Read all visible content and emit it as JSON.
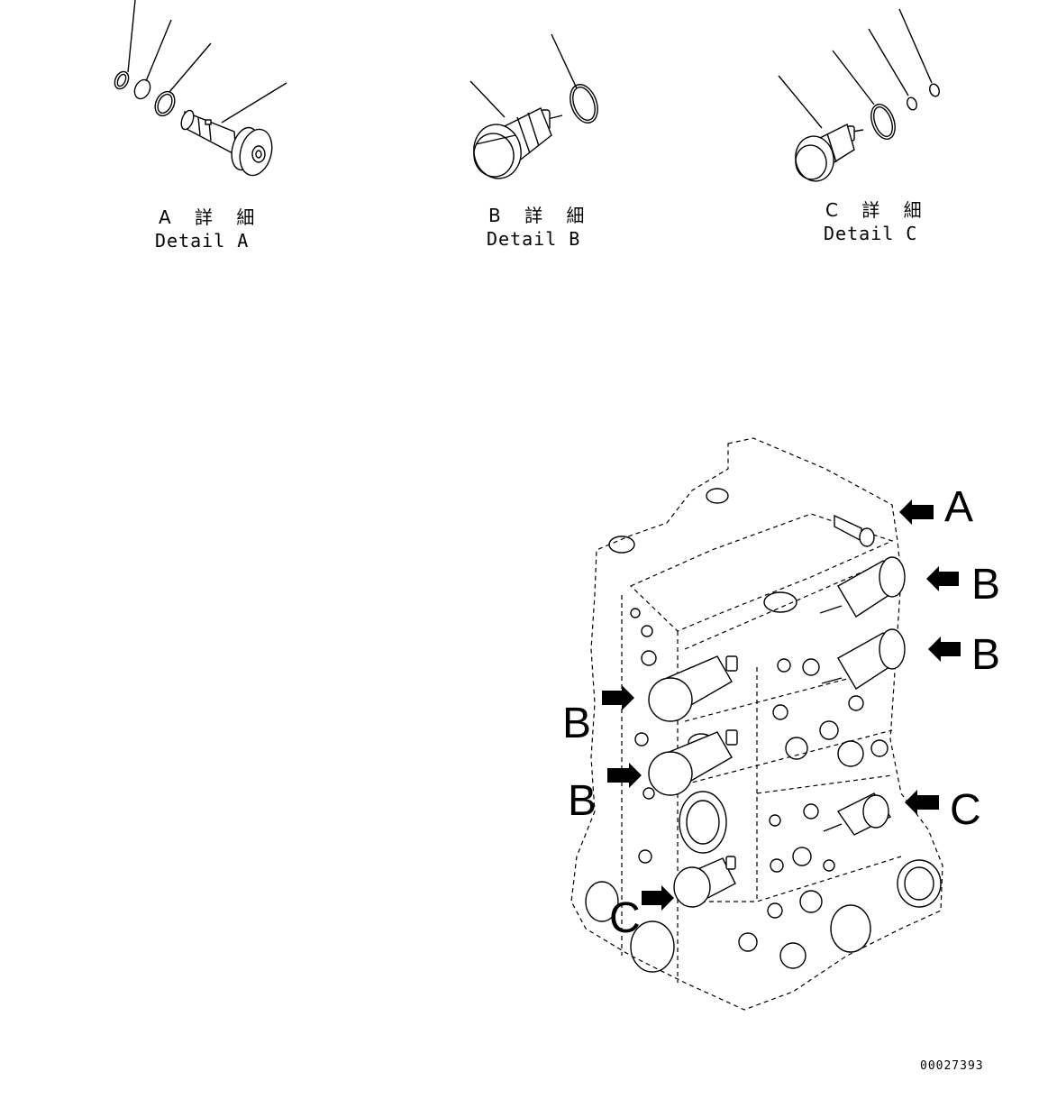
{
  "details": [
    {
      "jp": "A 詳 細",
      "en": "Detail A"
    },
    {
      "jp": "B 詳 細",
      "en": "Detail B"
    },
    {
      "jp": "C 詳 細",
      "en": "Detail C"
    }
  ],
  "callouts": {
    "a_right": "A",
    "b_right_upper": "B",
    "b_right_lower": "B",
    "b_left_upper": "B",
    "b_left_lower": "B",
    "c_right": "C",
    "c_left": "C"
  },
  "doc_id": "00027393"
}
